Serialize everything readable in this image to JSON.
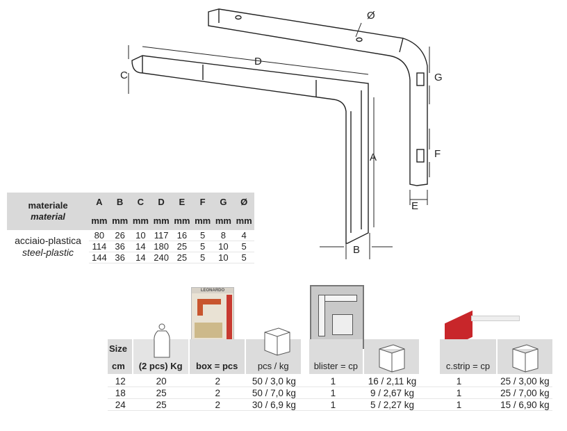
{
  "drawing": {
    "labels": [
      "D",
      "C",
      "A",
      "B",
      "E",
      "F",
      "G",
      "Ø"
    ]
  },
  "spec_table": {
    "material_header": "materiale",
    "material_header_en": "material",
    "columns": [
      "A",
      "B",
      "C",
      "D",
      "E",
      "F",
      "G",
      "Ø"
    ],
    "unit": "mm",
    "material": "acciaio-plastica",
    "material_en": "steel-plastic",
    "rows": [
      [
        "80",
        "26",
        "10",
        "117",
        "16",
        "5",
        "8",
        "4"
      ],
      [
        "114",
        "36",
        "14",
        "180",
        "25",
        "5",
        "10",
        "5"
      ],
      [
        "144",
        "36",
        "14",
        "240",
        "25",
        "5",
        "10",
        "5"
      ]
    ]
  },
  "packaging": {
    "brand": "LEONARDO",
    "size_label": "Size",
    "size_unit": "cm",
    "weight_label": "(2 pcs) Kg",
    "box_label": "box = pcs",
    "pcs_kg_label": "pcs / kg",
    "blister_label": "blister = cp",
    "cstrip_label": "c.strip = cp",
    "rows": [
      {
        "size": "12",
        "weight": "20",
        "box": "2",
        "pcs_kg": "50 / 3,0 kg",
        "blister": "1",
        "blister_kg": "16 / 2,11 kg",
        "cstrip": "1",
        "cstrip_kg": "25 / 3,00 kg"
      },
      {
        "size": "18",
        "weight": "25",
        "box": "2",
        "pcs_kg": "50 / 7,0 kg",
        "blister": "1",
        "blister_kg": "9 / 2,67 kg",
        "cstrip": "1",
        "cstrip_kg": "25 / 7,00 kg"
      },
      {
        "size": "24",
        "weight": "25",
        "box": "2",
        "pcs_kg": "30 / 6,9 kg",
        "blister": "1",
        "blister_kg": "5 / 2,27 kg",
        "cstrip": "1",
        "cstrip_kg": "15 / 6,90 kg"
      }
    ]
  }
}
